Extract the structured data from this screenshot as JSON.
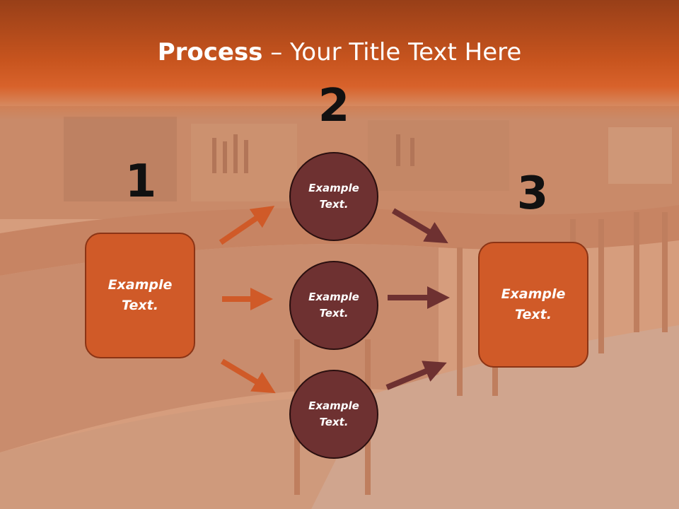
{
  "title": {
    "bold": "Process",
    "rest": " – Your Title Text Here"
  },
  "steps": {
    "one": "1",
    "two": "2",
    "three": "3"
  },
  "left_box": {
    "line1": "Example",
    "line2": "Text."
  },
  "right_box": {
    "line1": "Example",
    "line2": "Text."
  },
  "circles": [
    {
      "line1": "Example",
      "line2": "Text."
    },
    {
      "line1": "Example",
      "line2": "Text."
    },
    {
      "line1": "Example",
      "line2": "Text."
    }
  ],
  "colors": {
    "header": "#c7541e",
    "box_fill": "#d05a28",
    "circle_fill": "#6e3131",
    "arrow_orange": "#d05a28",
    "arrow_dark": "#6e3131"
  }
}
